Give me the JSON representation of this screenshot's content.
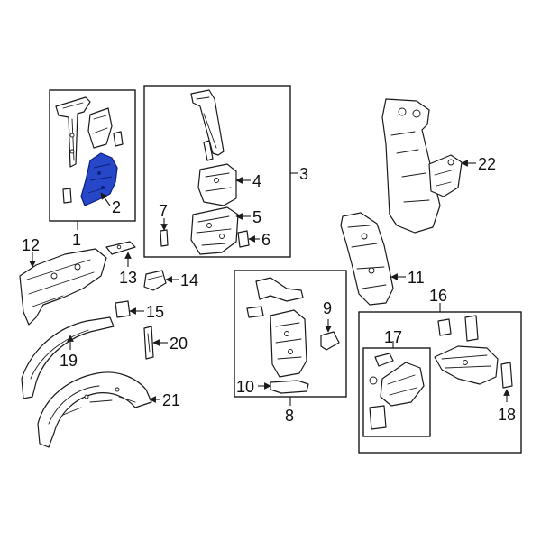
{
  "colors": {
    "highlight": "#2747c9",
    "line": "#1a1a1a",
    "background": "#ffffff"
  },
  "callouts": {
    "c1": "1",
    "c2": "2",
    "c3": "3",
    "c4": "4",
    "c5": "5",
    "c6": "6",
    "c7": "7",
    "c8": "8",
    "c9": "9",
    "c10": "10",
    "c11": "11",
    "c12": "12",
    "c13": "13",
    "c14": "14",
    "c15": "15",
    "c16": "16",
    "c17": "17",
    "c18": "18",
    "c19": "19",
    "c20": "20",
    "c21": "21",
    "c22": "22"
  }
}
